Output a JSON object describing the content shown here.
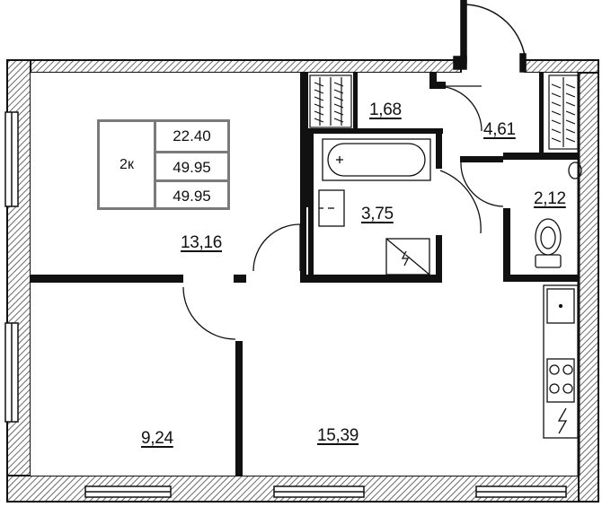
{
  "apartment": {
    "type_label": "2к",
    "areas": [
      "22.40",
      "49.95",
      "49.95"
    ]
  },
  "rooms": [
    {
      "id": "room-bedroom-large",
      "area": "13,16"
    },
    {
      "id": "room-storage",
      "area": "1,68"
    },
    {
      "id": "room-hallway",
      "area": "4,61"
    },
    {
      "id": "room-bathroom",
      "area": "3,75"
    },
    {
      "id": "room-wc",
      "area": "2,12"
    },
    {
      "id": "room-bedroom-small",
      "area": "9,24"
    },
    {
      "id": "room-kitchen-living",
      "area": "15,39"
    }
  ],
  "colors": {
    "wall": "#111111",
    "hatch": "#6a6a6a",
    "frame": "#7a7a7a"
  }
}
